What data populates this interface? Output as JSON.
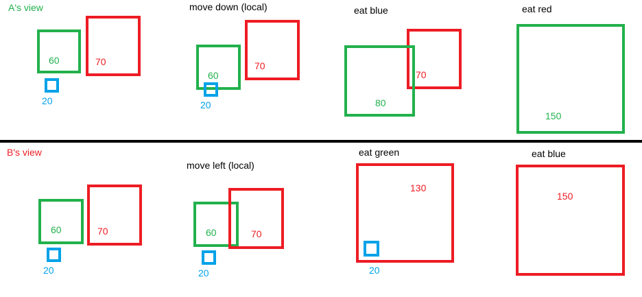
{
  "colors": {
    "green": "#22b14c",
    "red": "#ed1c24",
    "blue": "#00a2e8",
    "divider": "#000000"
  },
  "top": {
    "view_title": "A's view",
    "panels": [
      {
        "title": "",
        "blue": "20",
        "green": "60",
        "red": "70"
      },
      {
        "title": "move down (local)",
        "blue": "20",
        "green": "60",
        "red": "70"
      },
      {
        "title": "eat blue",
        "green": "80",
        "red": "70"
      },
      {
        "title": "eat red",
        "green": "150"
      }
    ]
  },
  "bottom": {
    "view_title": "B's view",
    "panels": [
      {
        "title": "",
        "blue": "20",
        "green": "60",
        "red": "70"
      },
      {
        "title": "move left (local)",
        "blue": "20",
        "green": "60",
        "red": "70"
      },
      {
        "title": "eat green",
        "blue": "20",
        "red": "130"
      },
      {
        "title": "eat blue",
        "red": "150"
      }
    ]
  }
}
